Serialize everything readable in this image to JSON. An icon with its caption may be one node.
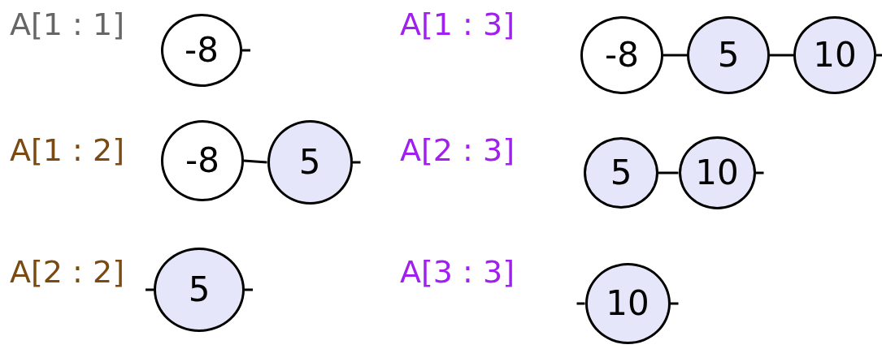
{
  "diagram": {
    "nodes": [
      {
        "text": [
          "-8"
        ]
      },
      {
        "text": [
          "-8"
        ]
      },
      {
        "text": [
          "5"
        ]
      },
      {
        "text": [
          "10"
        ]
      },
      {
        "text": [
          "-8"
        ]
      },
      {
        "text": [
          "5"
        ]
      },
      {
        "text": [
          "5"
        ]
      },
      {
        "text": [
          "10"
        ]
      },
      {
        "text": [
          "5"
        ]
      },
      {
        "text": [
          "10"
        ]
      }
    ],
    "edges": [
      {
        "from": 0,
        "to": null,
        "arrow": "none"
      },
      {
        "from": 1,
        "to": 2,
        "arrow": "none"
      },
      {
        "from": 2,
        "to": 3,
        "arrow": "none"
      },
      {
        "from": 3,
        "to": null,
        "arrow": "none"
      },
      {
        "from": 4,
        "to": 5,
        "arrow": "none"
      },
      {
        "from": 5,
        "to": null,
        "arrow": "none"
      },
      {
        "from": 6,
        "to": 7,
        "arrow": "none"
      },
      {
        "from": 7,
        "to": null,
        "arrow": "none"
      },
      {
        "from": null,
        "to": 8,
        "arrow": "none"
      },
      {
        "from": 8,
        "to": null,
        "arrow": "none"
      },
      {
        "from": null,
        "to": 9,
        "arrow": "none"
      },
      {
        "from": 9,
        "to": null,
        "arrow": "none"
      }
    ],
    "labels": [
      "A[1 : 1]",
      "A[1 : 3]",
      "A[1 : 2]",
      "A[2 : 3]",
      "A[2 : 2]",
      "A[3 : 3]"
    ]
  }
}
